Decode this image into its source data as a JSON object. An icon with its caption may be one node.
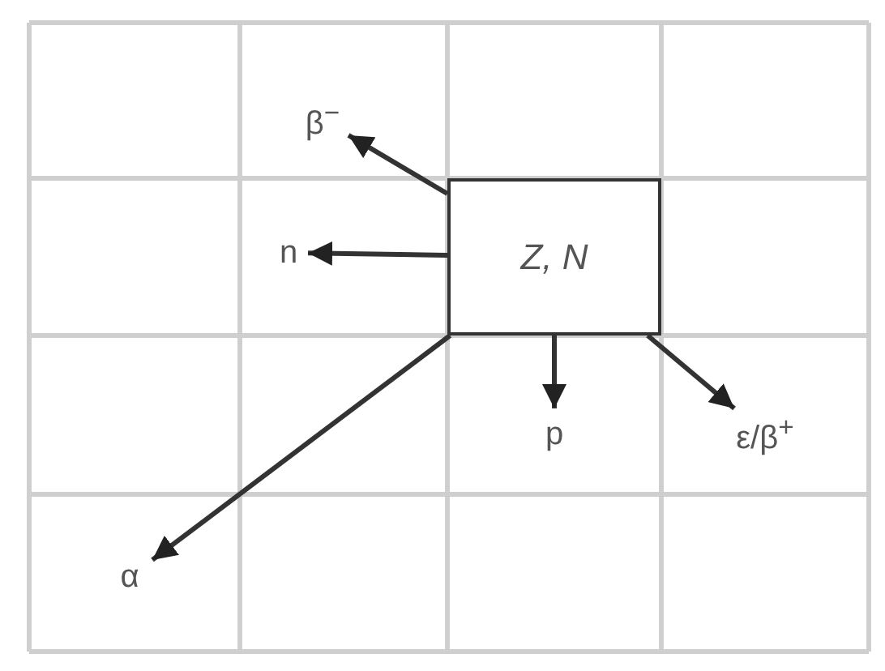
{
  "diagram": {
    "nodes": [
      {
        "text": [
          "Z, N"
        ]
      },
      {
        "text": [
          "β$^{−}$"
        ]
      },
      {
        "text": [
          "n"
        ]
      },
      {
        "text": [
          "p"
        ]
      },
      {
        "text": [
          "ε/β$^{+}$"
        ]
      },
      {
        "text": [
          "α"
        ]
      }
    ],
    "edges": [
      {
        "from": 0,
        "to": 1,
        "arrow": "to"
      },
      {
        "from": 0,
        "to": 2,
        "arrow": "to"
      },
      {
        "from": 0,
        "to": 3,
        "arrow": "to"
      },
      {
        "from": 0,
        "to": 4,
        "arrow": "to"
      },
      {
        "from": 0,
        "to": 5,
        "arrow": "to"
      }
    ]
  }
}
